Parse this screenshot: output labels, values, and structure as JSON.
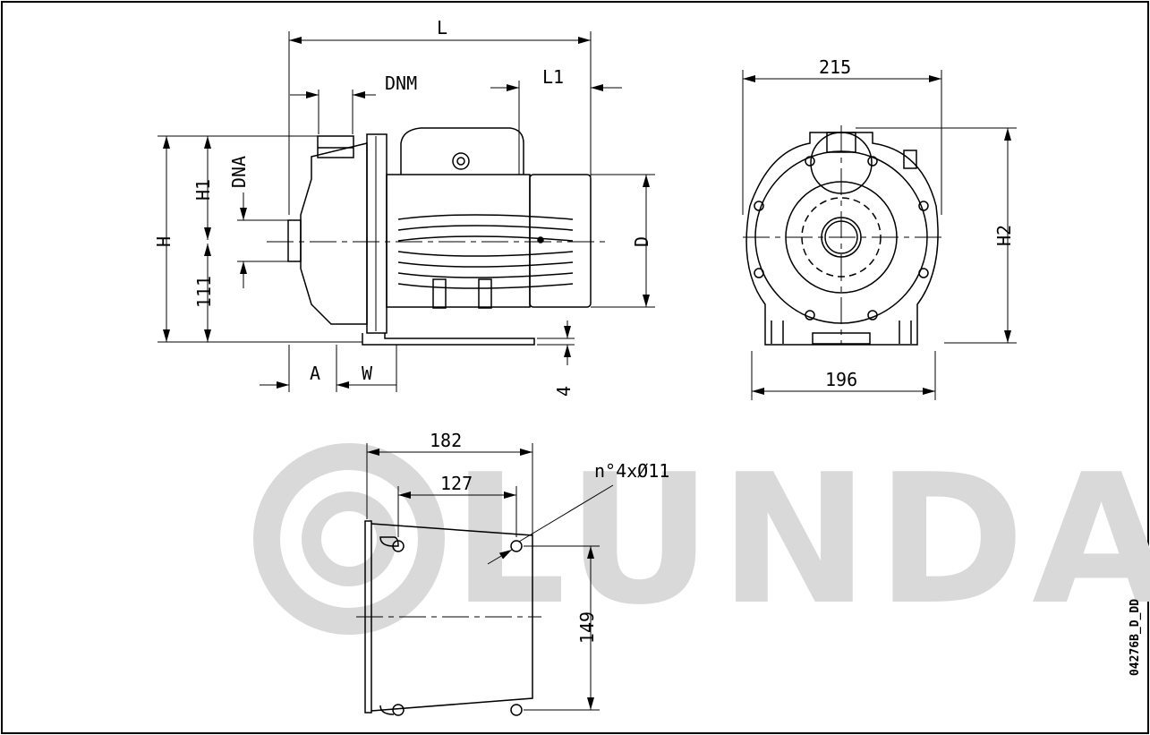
{
  "dimensions": {
    "L": "L",
    "L1": "L1",
    "DNM": "DNM",
    "DNA": "DNA",
    "H": "H",
    "H1": "H1",
    "H2": "H2",
    "D": "D",
    "A": "A",
    "W": "W",
    "foot_offset": "4",
    "height_111": "111",
    "width_215": "215",
    "width_196": "196",
    "base_182": "182",
    "base_127": "127",
    "base_149": "149",
    "holes": "n°4xØ11"
  },
  "drawing_code": "04276B_D_DD",
  "watermark": "LUNDA",
  "colors": {
    "line": "#000000",
    "watermark": "#d9d9d9"
  }
}
